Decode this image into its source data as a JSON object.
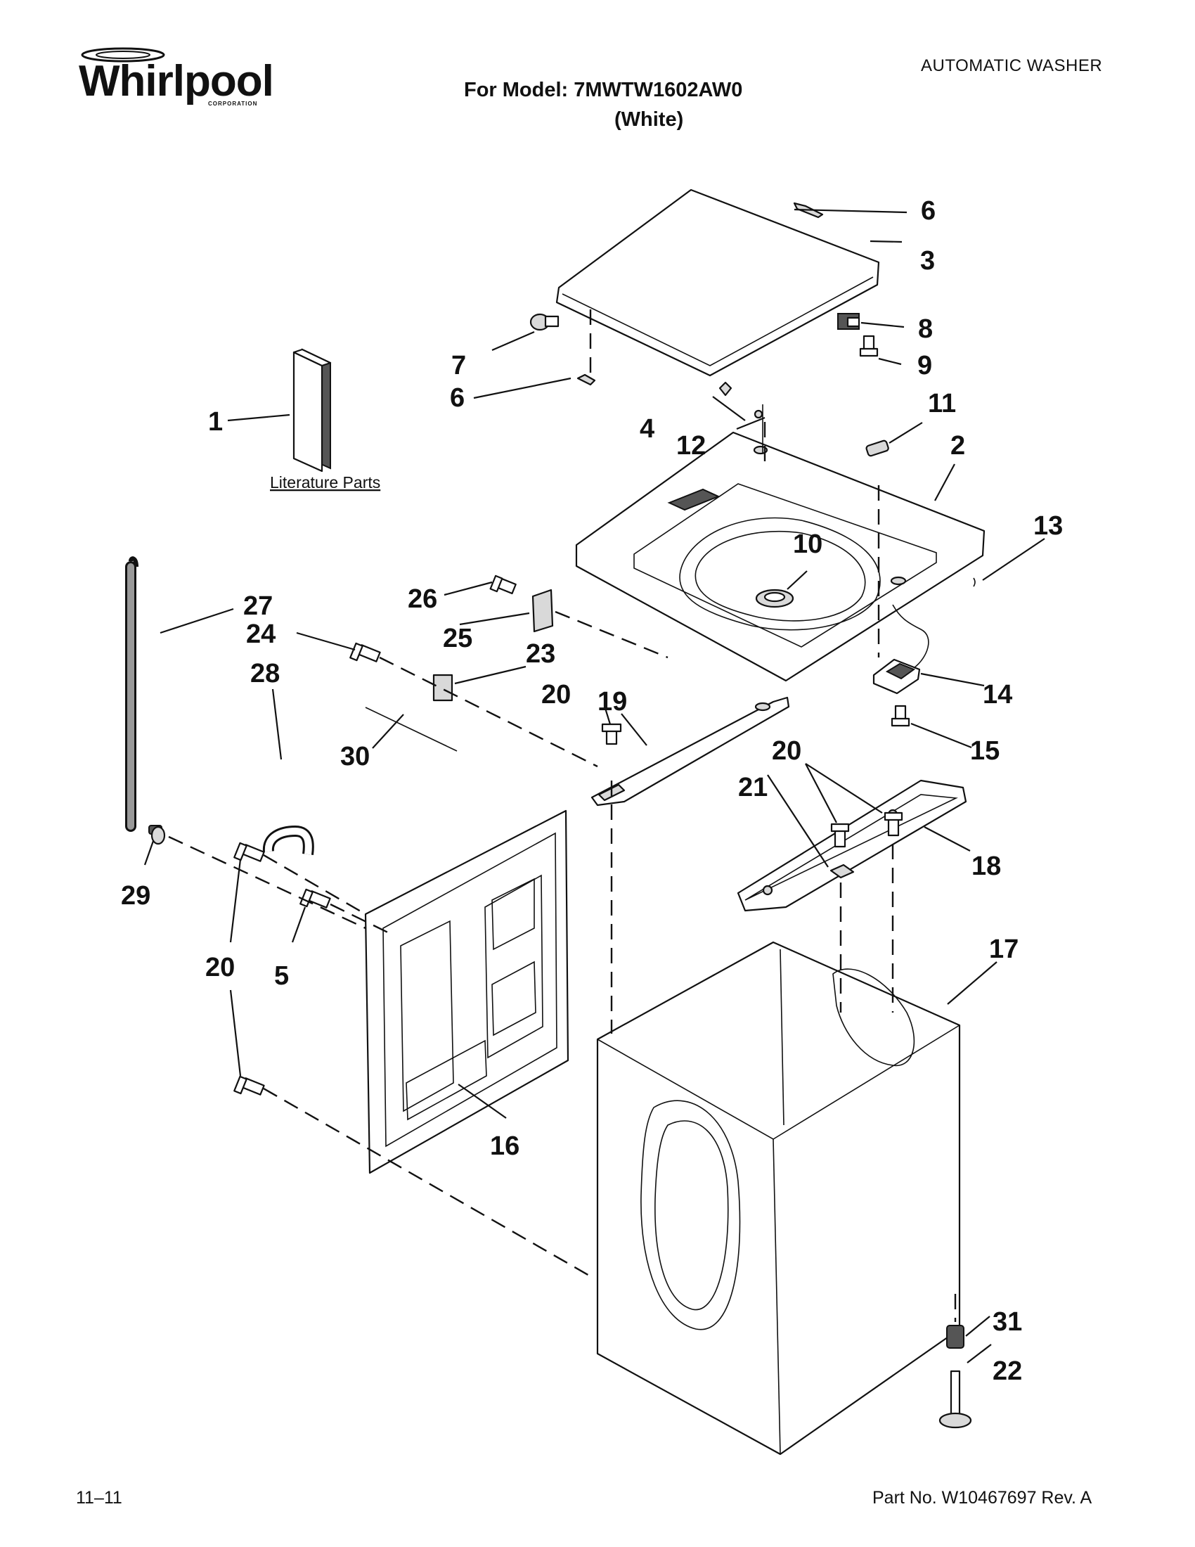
{
  "header": {
    "brand": "Whirlpool",
    "brand_corporation": "CORPORATION",
    "model_line": "For Model: 7MWTW1602AW0",
    "color_line": "(White)",
    "product_type": "AUTOMATIC WASHER"
  },
  "literature": {
    "label": "Literature Parts"
  },
  "callouts": {
    "c1": "1",
    "c2": "2",
    "c3": "3",
    "c4": "4",
    "c5": "5",
    "c6a": "6",
    "c6b": "6",
    "c7": "7",
    "c8": "8",
    "c9": "9",
    "c10": "10",
    "c11": "11",
    "c12": "12",
    "c13": "13",
    "c14": "14",
    "c15": "15",
    "c16": "16",
    "c17": "17",
    "c18": "18",
    "c19": "19",
    "c20a": "20",
    "c20b": "20",
    "c20c": "20",
    "c21": "21",
    "c22": "22",
    "c23": "23",
    "c24": "24",
    "c25": "25",
    "c26": "26",
    "c27": "27",
    "c28": "28",
    "c29": "29",
    "c30": "30",
    "c31": "31"
  },
  "footer": {
    "date_code": "11–11",
    "part_number": "Part No. W10467697 Rev. A"
  }
}
